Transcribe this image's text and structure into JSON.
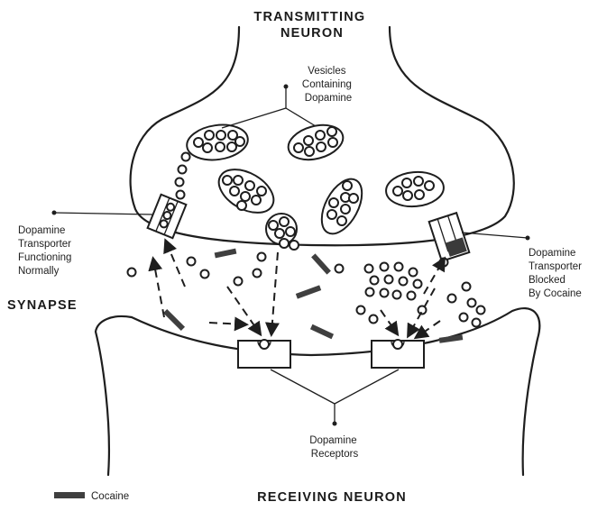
{
  "headings": {
    "transmitting": [
      "TRANSMITTING",
      "NEURON"
    ],
    "receiving": "RECEIVING NEURON",
    "synapse": "SYNAPSE"
  },
  "labels": {
    "vesicles": [
      "Vesicles",
      "Containing",
      "Dopamine"
    ],
    "transporter_normal": [
      "Dopamine",
      "Transporter",
      "Functioning",
      "Normally"
    ],
    "transporter_blocked": [
      "Dopamine",
      "Transporter",
      "Blocked",
      "By Cocaine"
    ],
    "receptors": [
      "Dopamine",
      "Receptors"
    ]
  },
  "legend": {
    "cocaine": "Cocaine"
  },
  "colors": {
    "ink": "#1e1e1e",
    "cocaine": "#3f3f3f",
    "background": "#ffffff"
  }
}
